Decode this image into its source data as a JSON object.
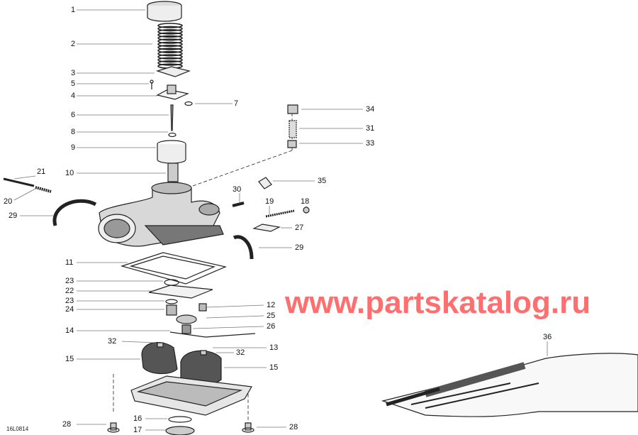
{
  "diagram": {
    "reference_code": "16L0814",
    "watermark": "www.partskatalog.ru",
    "watermark_color": "#ff6f6f",
    "callouts": [
      {
        "label": "1",
        "side": "left"
      },
      {
        "label": "2",
        "side": "left"
      },
      {
        "label": "3",
        "side": "left"
      },
      {
        "label": "5",
        "side": "left"
      },
      {
        "label": "4",
        "side": "left"
      },
      {
        "label": "6",
        "side": "left"
      },
      {
        "label": "8",
        "side": "left"
      },
      {
        "label": "9",
        "side": "left"
      },
      {
        "label": "10",
        "side": "left"
      },
      {
        "label": "21",
        "side": "left"
      },
      {
        "label": "20",
        "side": "left"
      },
      {
        "label": "29",
        "side": "left"
      },
      {
        "label": "11",
        "side": "left"
      },
      {
        "label": "23",
        "side": "left"
      },
      {
        "label": "22",
        "side": "left"
      },
      {
        "label": "23",
        "side": "left"
      },
      {
        "label": "24",
        "side": "left"
      },
      {
        "label": "14",
        "side": "left"
      },
      {
        "label": "32",
        "side": "left"
      },
      {
        "label": "15",
        "side": "left"
      },
      {
        "label": "28",
        "side": "left"
      },
      {
        "label": "16",
        "side": "left"
      },
      {
        "label": "17",
        "side": "left"
      },
      {
        "label": "7",
        "side": "right"
      },
      {
        "label": "34",
        "side": "right"
      },
      {
        "label": "31",
        "side": "right"
      },
      {
        "label": "33",
        "side": "right"
      },
      {
        "label": "35",
        "side": "right"
      },
      {
        "label": "30",
        "side": "right"
      },
      {
        "label": "19",
        "side": "right"
      },
      {
        "label": "18",
        "side": "right"
      },
      {
        "label": "27",
        "side": "right"
      },
      {
        "label": "29",
        "side": "right"
      },
      {
        "label": "12",
        "side": "right"
      },
      {
        "label": "25",
        "side": "right"
      },
      {
        "label": "26",
        "side": "right"
      },
      {
        "label": "13",
        "side": "right"
      },
      {
        "label": "32",
        "side": "right"
      },
      {
        "label": "15",
        "side": "right"
      },
      {
        "label": "36",
        "side": "right"
      },
      {
        "label": "28",
        "side": "right"
      }
    ]
  }
}
